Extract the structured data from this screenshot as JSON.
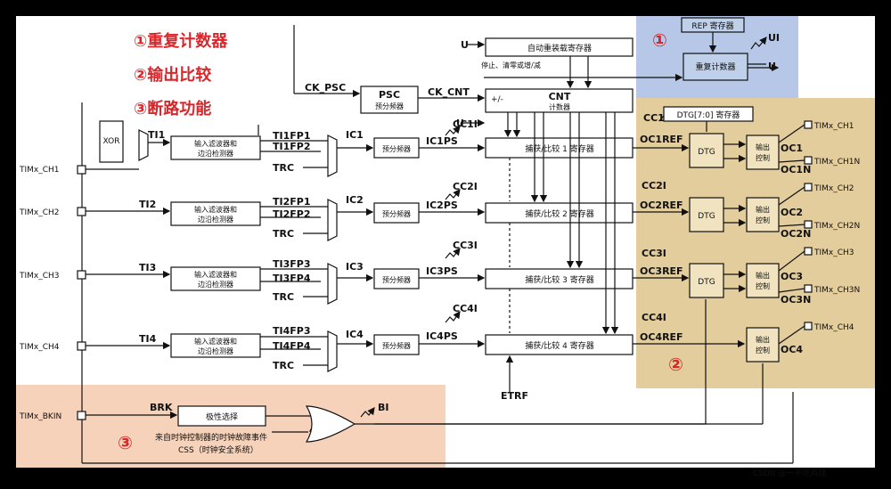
{
  "legend": {
    "item1": "①重复计数器",
    "item2": "②输出比较",
    "item3": "③断路功能",
    "tag1": "①",
    "tag2": "②",
    "tag3": "③"
  },
  "inputs": {
    "ch1": "TIMx_CH1",
    "ch2": "TIMx_CH2",
    "ch3": "TIMx_CH3",
    "ch4": "TIMx_CH4",
    "bkin": "TIMx_BKIN"
  },
  "outputs": {
    "ch1": "TIMx_CH1",
    "ch1n": "TIMx_CH1N",
    "ch2": "TIMx_CH2",
    "ch2n": "TIMx_CH2N",
    "ch3": "TIMx_CH3",
    "ch3n": "TIMx_CH3N",
    "ch4": "TIMx_CH4"
  },
  "blocks": {
    "xor": "XOR",
    "filter1": "输入滤波器和",
    "filter2": "边沿检测器",
    "prescaler": "预分频器",
    "psc": "PSC",
    "psc_sub": "预分频器",
    "cnt": "CNT",
    "cnt_sub": "计数器",
    "autoreload": "自动重装载寄存器",
    "ctrl_note": "停止、清零或增/减",
    "rep_reg": "REP 寄存器",
    "rep_counter": "重复计数器",
    "dtg_reg": "DTG[7:0] 寄存器",
    "dtg": "DTG",
    "out_ctrl1": "输出",
    "out_ctrl2": "控制",
    "polarity": "极性选择",
    "ccr1": "捕获/比较 1 寄存器",
    "ccr2": "捕获/比较 2 寄存器",
    "ccr3": "捕获/比较 3 寄存器",
    "ccr4": "捕获/比较 4 寄存器"
  },
  "signals": {
    "ti1": "TI1",
    "ti2": "TI2",
    "ti3": "TI3",
    "ti4": "TI4",
    "ti1fp1": "TI1FP1",
    "ti1fp2": "TI1FP2",
    "ti2fp1": "TI2FP1",
    "ti2fp2": "TI2FP2",
    "ti3fp3": "TI3FP3",
    "ti3fp4": "TI3FP4",
    "ti4fp3": "TI4FP3",
    "ti4fp4": "TI4FP4",
    "trc": "TRC",
    "ic1": "IC1",
    "ic2": "IC2",
    "ic3": "IC3",
    "ic4": "IC4",
    "ic1ps": "IC1PS",
    "ic2ps": "IC2PS",
    "ic3ps": "IC3PS",
    "ic4ps": "IC4PS",
    "cc1i": "CC1I",
    "cc2i": "CC2I",
    "cc3i": "CC3I",
    "cc4i": "CC4I",
    "oc1ref": "OC1REF",
    "oc2ref": "OC2REF",
    "oc3ref": "OC3REF",
    "oc4ref": "OC4REF",
    "oc1": "OC1",
    "oc1n": "OC1N",
    "oc2": "OC2",
    "oc2n": "OC2N",
    "oc3": "OC3",
    "oc3n": "OC3N",
    "oc4": "OC4",
    "ck_psc": "CK_PSC",
    "ck_cnt": "CK_CNT",
    "u": "U",
    "ui": "UI",
    "pm": "+/-",
    "brk": "BRK",
    "bi": "BI",
    "etrf": "ETRF",
    "cc1": "CC1",
    "css_note": "来自时钟控制器的时钟故障事件",
    "css": "CSS（时钟安全系统）"
  },
  "watermark": "CSDN @一不吃鸡怪"
}
